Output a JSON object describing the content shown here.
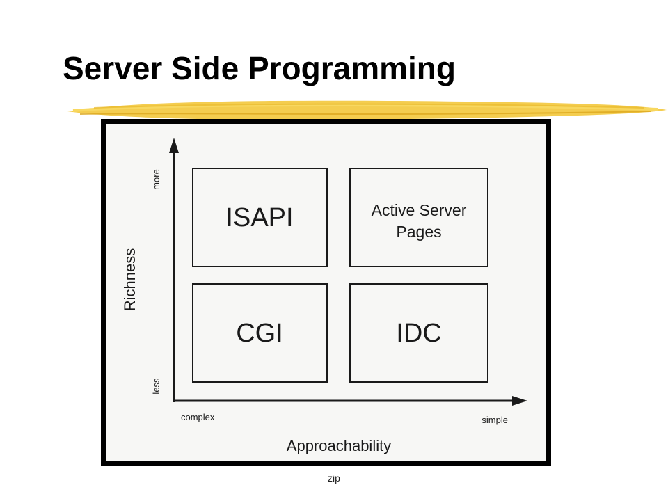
{
  "slide": {
    "title": "Server Side Programming",
    "footer": "zip"
  },
  "diagram": {
    "y_axis": {
      "title": "Richness",
      "high_end": "more",
      "low_end": "less"
    },
    "x_axis": {
      "title": "Approachability",
      "left_end": "complex",
      "right_end": "simple"
    },
    "quadrants": {
      "top_left": "ISAPI",
      "top_right_line1": "Active Server",
      "top_right_line2": "Pages",
      "bottom_left": "CGI",
      "bottom_right": "IDC"
    }
  },
  "colors": {
    "highlight_stroke": "#f2c430",
    "frame": "#000000"
  }
}
